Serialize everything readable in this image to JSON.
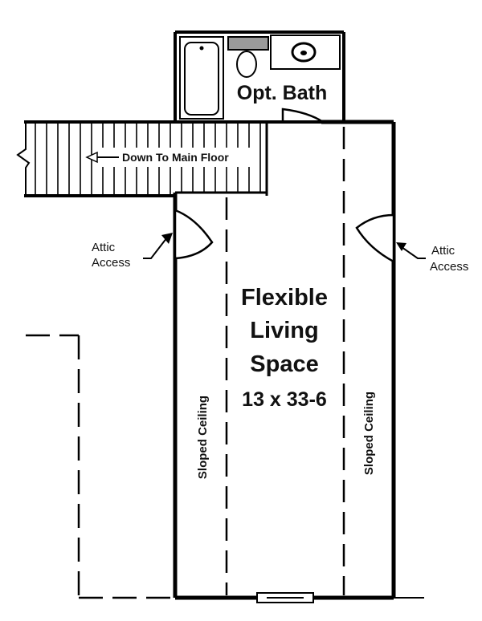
{
  "labels": {
    "bath": "Opt. Bath",
    "stairs": "Down To Main Floor",
    "attic_left_1": "Attic",
    "attic_left_2": "Access",
    "attic_right_1": "Attic",
    "attic_right_2": "Access",
    "room_line1": "Flexible",
    "room_line2": "Living",
    "room_line3": "Space",
    "room_dims": "13 x 33-6",
    "sloped_left": "Sloped Ceiling",
    "sloped_right": "Sloped Ceiling"
  },
  "colors": {
    "line": "#000000",
    "background": "#ffffff",
    "fixture_shading": "#9a9a9a"
  },
  "icons": {
    "tub": "bathtub-icon",
    "toilet": "toilet-icon",
    "sink": "sink-icon",
    "arrow": "arrow-left-icon"
  }
}
